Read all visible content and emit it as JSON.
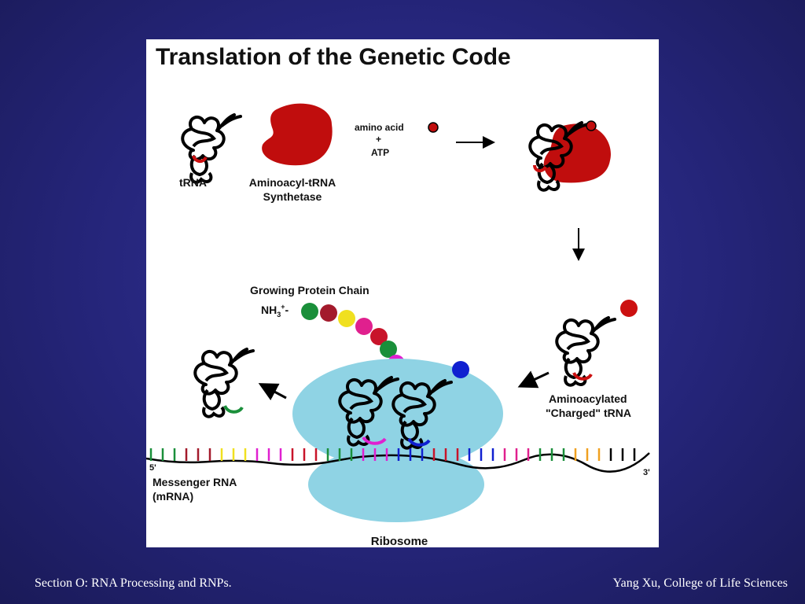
{
  "diagram": {
    "title": "Translation of the Genetic Code",
    "labels": {
      "trna": "tRNA",
      "synthetase_line1": "Aminoacyl-tRNA",
      "synthetase_line2": "Synthetase",
      "amino_acid": "amino acid",
      "plus": "+",
      "atp": "ATP",
      "growing_chain": "Growing Protein Chain",
      "nh3": "NH",
      "nh3_sub": "3",
      "nh3_sup": "+",
      "nh3_dash": "-",
      "charged_line1": "Aminoacylated",
      "charged_line2": "\"Charged\" tRNA",
      "five_prime": "5'",
      "three_prime": "3'",
      "mrna_line1": "Messenger RNA",
      "mrna_line2": "(mRNA)",
      "ribosome": "Ribosome"
    },
    "colors": {
      "synthetase": "#c00d0d",
      "ribosome": "#8fd3e4",
      "chain_beads": [
        "#1a8f3a",
        "#a31a2c",
        "#f0e020",
        "#e0208e",
        "#c8142a",
        "#1a8f3a",
        "#e020d0"
      ],
      "incoming_aa": "#cc1010",
      "site_aa": "#1020d0"
    }
  },
  "footer": {
    "left": "Section O: RNA Processing and RNPs.",
    "right": "Yang Xu, College of Life Sciences"
  }
}
